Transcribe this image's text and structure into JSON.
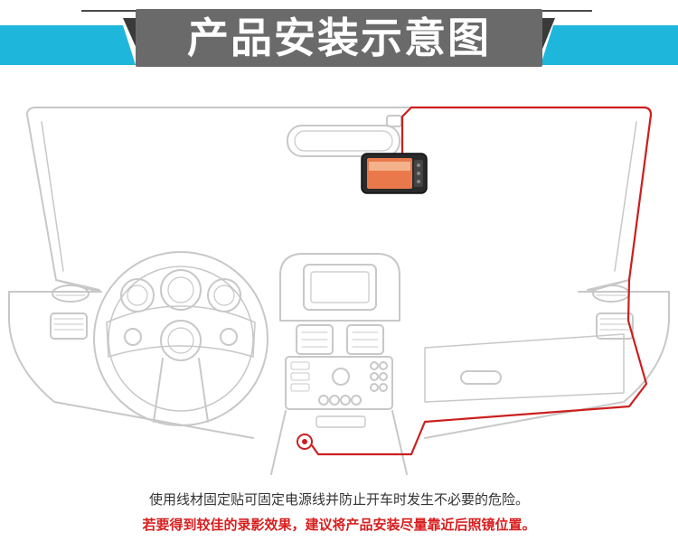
{
  "banner": {
    "title": "产品安装示意图",
    "fill_color": "#1fb6dc",
    "shadow_color": "#6a6a6a"
  },
  "diagram": {
    "outline_color": "#c8c8c8",
    "cable_color": "#cc1f1f"
  },
  "captions": {
    "line1": "使用线材固定贴可固定电源线并防止开车时发生不必要的危险。",
    "line2": "若要得到较佳的录影效果，建议将产品安装尽量靠近后照镜位置。",
    "line1_color": "#333333",
    "line2_color": "#d81e1e"
  }
}
